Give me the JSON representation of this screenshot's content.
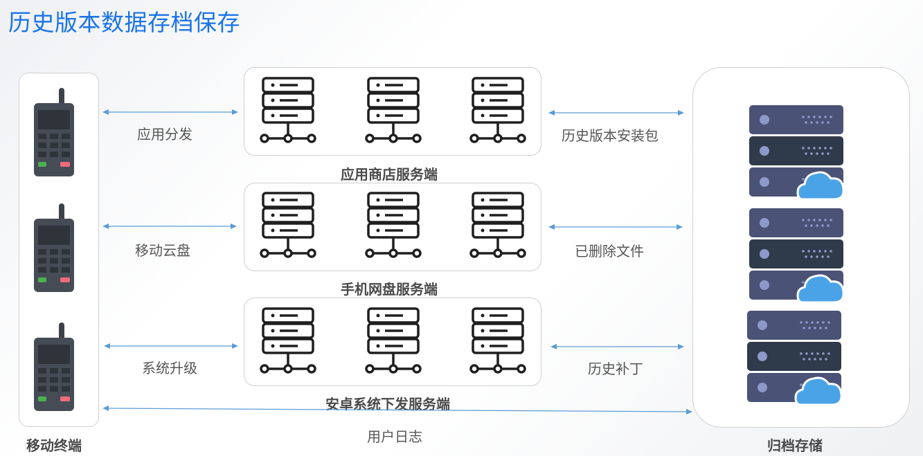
{
  "title": "历史版本数据存档保存",
  "terminals": {
    "label": "移动终端",
    "icon": "walkie-talkie-icon",
    "count": 3
  },
  "server_groups": [
    {
      "name": "应用商店服务端",
      "left_link": "应用分发",
      "right_link": "历史版本安装包"
    },
    {
      "name": "手机网盘服务端",
      "left_link": "移动云盘",
      "right_link": "已删除文件"
    },
    {
      "name": "安卓系统下发服务端",
      "left_link": "系统升级",
      "right_link": "历史补丁"
    }
  ],
  "bottom_link": "用户日志",
  "archive": {
    "label": "归档存储",
    "icon": "cloud-server-rack-icon",
    "count": 3
  },
  "colors": {
    "title": "#1a73e8",
    "arrow": "#5b9bd5",
    "rack_light": "#4a5275",
    "rack_dark": "#2f3a4a",
    "cloud": "#4aa3e6",
    "led_green": "#4cb050",
    "led_red": "#f06b7a"
  }
}
